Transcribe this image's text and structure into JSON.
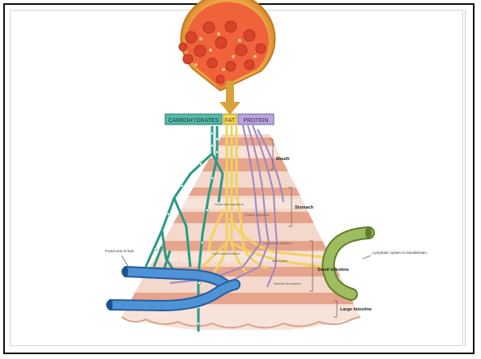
{
  "nutrients": {
    "carbohydrates": "CARBOHYDRATES",
    "fat": "FAT",
    "protein": "PROTEIN"
  },
  "organs": {
    "mouth": "Mouth",
    "stomach": "Stomach",
    "small_intestine": "Small intestine",
    "large_intestine": "Large intestine"
  },
  "annotations": {
    "portal_vein": "Portal vein to liver",
    "lymphatic_system": "Lymphatic system to bloodstream",
    "fat_stomach": "Some lipid digestion",
    "protein_stomach": "Protein digestion",
    "enzyme_digestion": "Enzymatic digestion",
    "lipid_emulsification": "Lipid emulsification",
    "absorption": "Absorption",
    "nutrient_absorption": "Nutrient absorption"
  },
  "colors": {
    "carbohydrate": "#2a9a86",
    "fat": "#f2d35a",
    "protein": "#9c87c4",
    "arrow": "#d8a23a",
    "blood_vessel": "#3f80c8",
    "lymph_vessel": "#8aa84e",
    "band_dark": "#e7a48c",
    "band_light": "#f3d8cb"
  }
}
